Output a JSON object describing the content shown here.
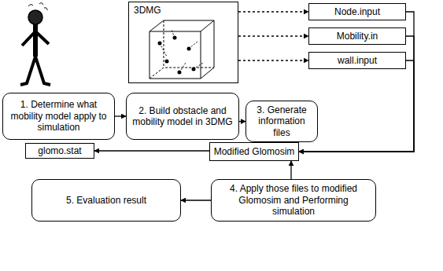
{
  "diagram": {
    "nodes": [
      {
        "text": [
          "1. Determine what mobility model apply to simulation"
        ]
      },
      {
        "text": [
          "3DMG"
        ]
      },
      {
        "text": [
          "2. Build obstacle and mobility model in 3DMG"
        ]
      },
      {
        "text": [
          "3. Generate information files"
        ]
      },
      {
        "text": [
          "Node.input"
        ]
      },
      {
        "text": [
          "Mobility.in"
        ]
      },
      {
        "text": [
          "wall.input"
        ]
      },
      {
        "text": [
          "glomo.stat"
        ]
      },
      {
        "text": [
          "Modified Glomosim"
        ]
      },
      {
        "text": [
          "5. Evaluation result"
        ]
      },
      {
        "text": [
          "4. Apply those files to modified Glomosim and Performing simulation"
        ]
      }
    ],
    "edges": [
      {
        "from": 0,
        "to": 2,
        "arrow": "to"
      },
      {
        "from": 2,
        "to": 3,
        "arrow": "to"
      },
      {
        "from": 1,
        "to": 4,
        "arrow": "to"
      },
      {
        "from": 1,
        "to": 5,
        "arrow": "to"
      },
      {
        "from": 1,
        "to": 6,
        "arrow": "to"
      },
      {
        "from": 4,
        "to": 8,
        "arrow": "to"
      },
      {
        "from": 5,
        "to": 8,
        "arrow": "to"
      },
      {
        "from": 6,
        "to": 8,
        "arrow": "to"
      },
      {
        "from": 8,
        "to": 7,
        "arrow": "to"
      },
      {
        "from": 10,
        "to": 8,
        "arrow": "to"
      },
      {
        "from": 10,
        "to": 9,
        "arrow": "to"
      }
    ]
  }
}
